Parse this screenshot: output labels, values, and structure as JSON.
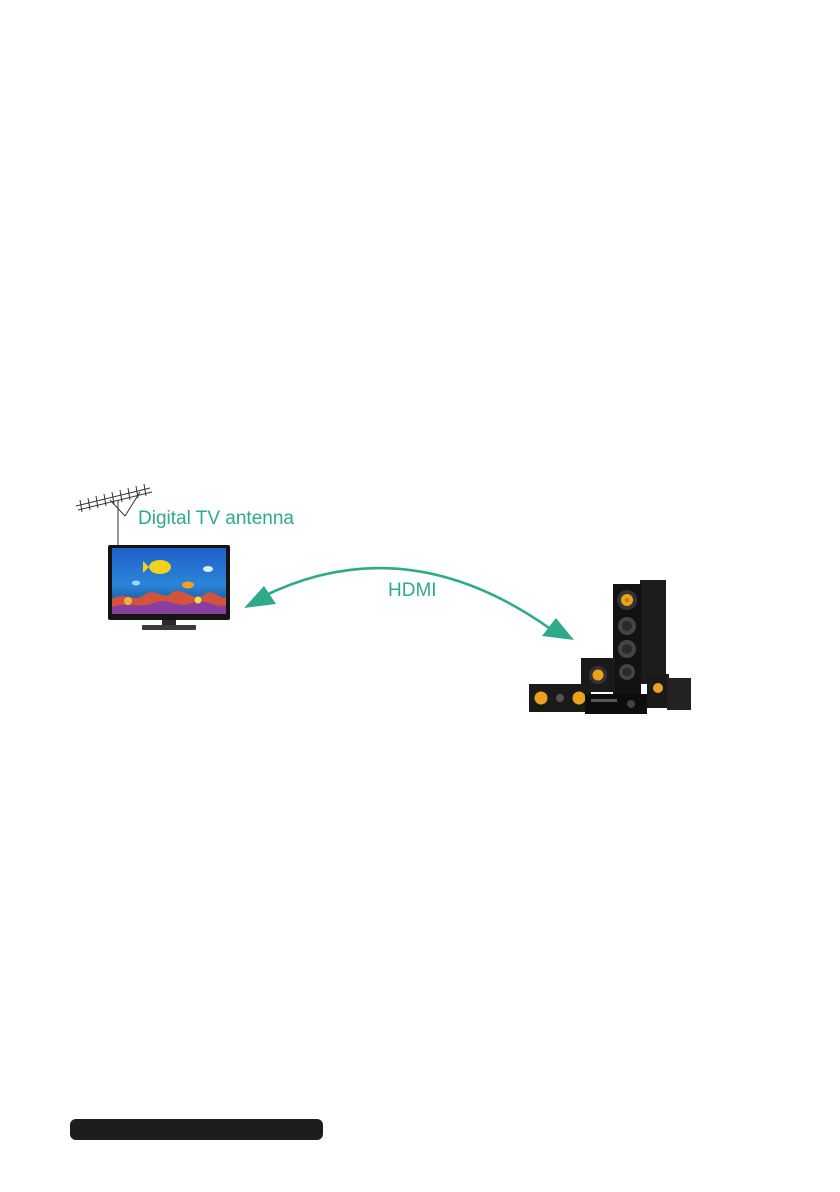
{
  "diagram": {
    "antenna_label": "Digital TV antenna",
    "connection_label": "HDMI"
  },
  "colors": {
    "accent": "#2fa98c",
    "footer_bar": "#1d1d1f"
  },
  "icons": {
    "antenna": "tv-antenna-icon",
    "tv": "television-icon",
    "speakers": "home-theater-speakers-icon",
    "arrow": "bidirectional-curved-arrow"
  }
}
